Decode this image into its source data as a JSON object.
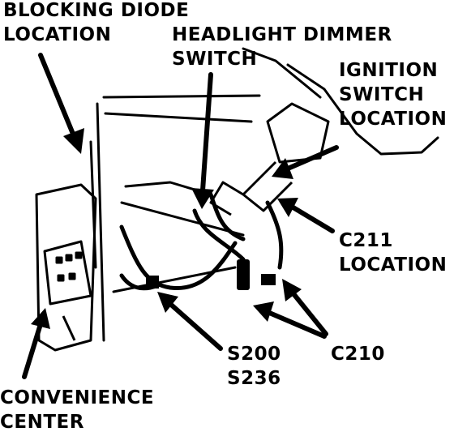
{
  "labels": {
    "blocking_diode": [
      "BLOCKING DIODE",
      "LOCATION"
    ],
    "headlight_dimmer": [
      "HEADLIGHT DIMMER",
      "SWITCH"
    ],
    "ignition_switch": [
      "IGNITION",
      "SWITCH",
      "LOCATION"
    ],
    "c211": [
      "C211",
      "LOCATION"
    ],
    "s200": [
      "S200",
      "S236"
    ],
    "c210": "C210",
    "convenience_center": [
      "CONVENIENCE",
      "CENTER"
    ]
  }
}
